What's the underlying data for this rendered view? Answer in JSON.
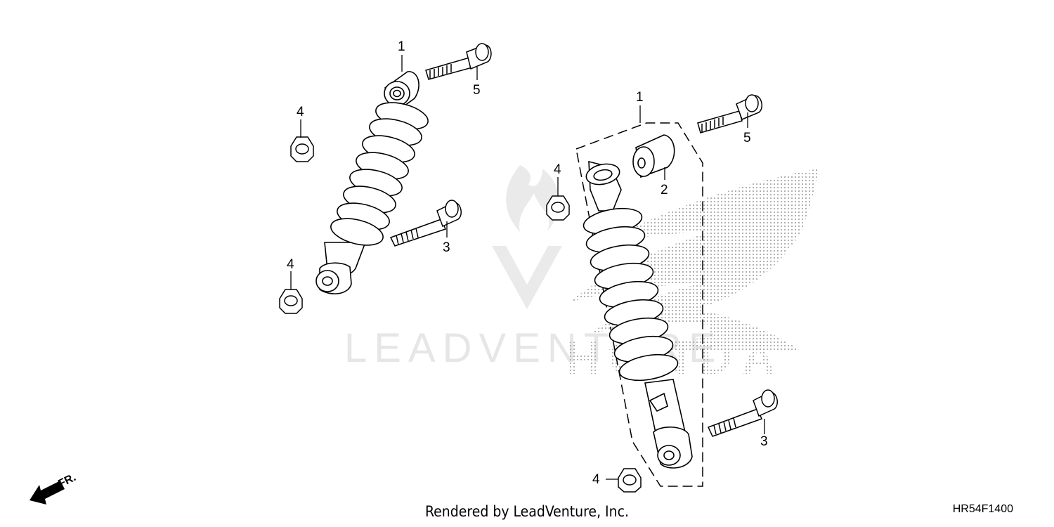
{
  "diagram": {
    "callouts": {
      "left_shock": "1",
      "left_top_bolt": "5",
      "left_nut_upper": "4",
      "left_lower_bolt": "3",
      "left_nut_lower": "4",
      "right_shock": "1",
      "right_top_bolt": "5",
      "right_bushing": "2",
      "right_nut_upper": "4",
      "right_lower_bolt": "3",
      "right_nut_lower": "4"
    },
    "direction_label": "FR.",
    "watermark_text": "LEADVENTURE",
    "watermark_brand": "HONDA"
  },
  "footer": {
    "credit": "Rendered by LeadVenture, Inc.",
    "diagram_code": "HR54F1400"
  },
  "colors": {
    "line": "#000000",
    "watermark": "#e6e6e6",
    "dots": "#9a9a9a"
  },
  "icons": [
    "front-direction-arrow-icon",
    "leadventure-watermark-icon",
    "honda-wing-watermark-icon"
  ]
}
